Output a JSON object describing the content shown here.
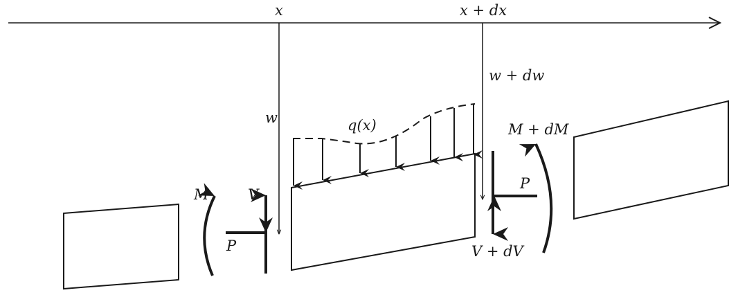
{
  "labels": {
    "x": "x",
    "x_dx": "x + dx",
    "w": "w",
    "w_dw": "w + dw",
    "q": "q(x)",
    "M_left": "M",
    "V_left": "V",
    "P_left": "P",
    "M_right": "M + dM",
    "P_right": "P",
    "V_right": "V + dV"
  },
  "colors": {
    "ink": "#1a1a1a"
  }
}
